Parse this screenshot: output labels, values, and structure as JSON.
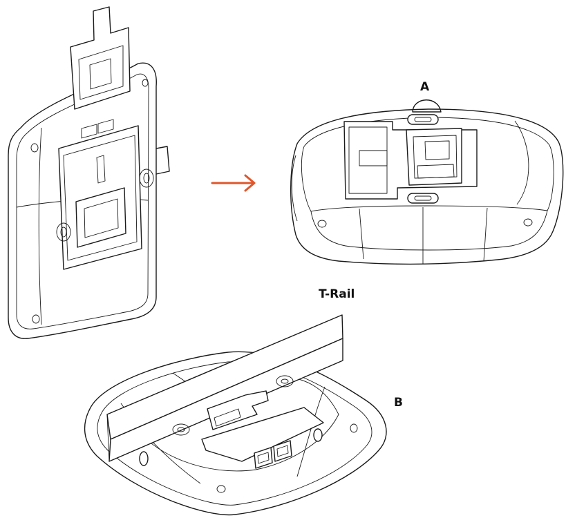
{
  "figure": {
    "labels": {
      "a": "A",
      "t_rail": "T-Rail",
      "b": "B"
    },
    "colors": {
      "arrow": "#e0562b",
      "line": "#1a1a1a",
      "background": "#ffffff"
    },
    "icons": {
      "arrow": "right-arrow-icon",
      "ports": "ethernet-port-icon"
    }
  }
}
